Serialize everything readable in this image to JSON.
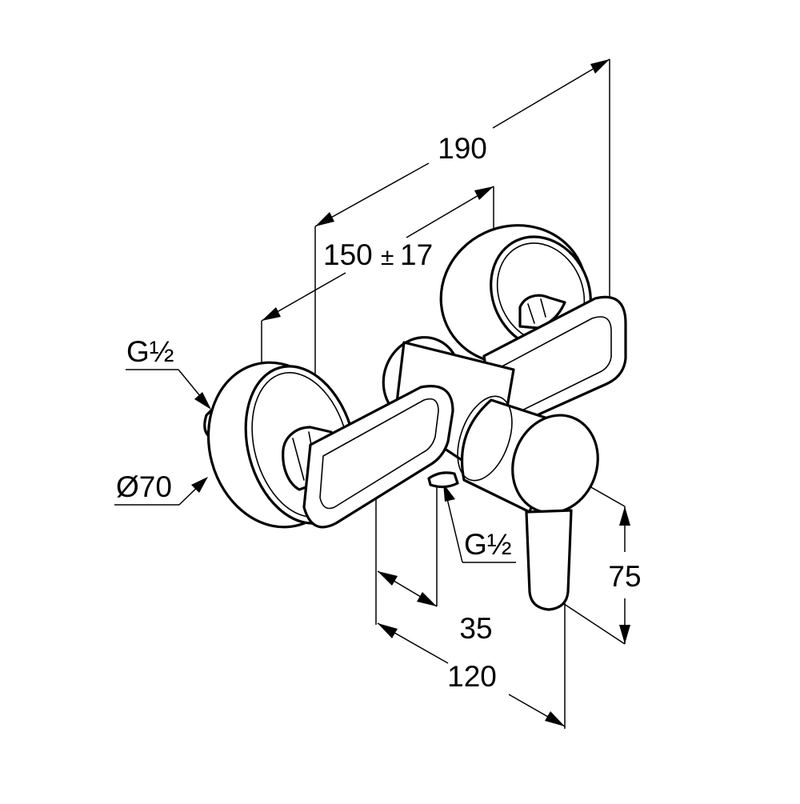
{
  "dimensions": {
    "overall_length": "190",
    "connection_spacing": "150",
    "tolerance_sign": "±",
    "tolerance_value": "17",
    "inlet_thread": "G½",
    "rosette_diameter": "Ø70",
    "outlet_thread": "G½",
    "outlet_offset": "35",
    "projection": "120",
    "outlet_height": "75"
  }
}
